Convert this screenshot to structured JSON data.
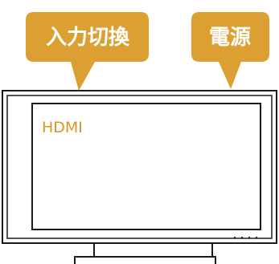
{
  "callouts": {
    "input_switch": {
      "label": "入力切換"
    },
    "power": {
      "label": "電源"
    }
  },
  "screen": {
    "text": "HDMI"
  },
  "colors": {
    "callout_fill": "#DBA031",
    "callout_text": "#FFFFFF",
    "screen_text": "#D9952A",
    "tv_outline": "#1A1A1A",
    "tv_body": "#FFFFFF"
  },
  "icons": [
    "tv-icon",
    "power-indicator-dots-icon"
  ]
}
